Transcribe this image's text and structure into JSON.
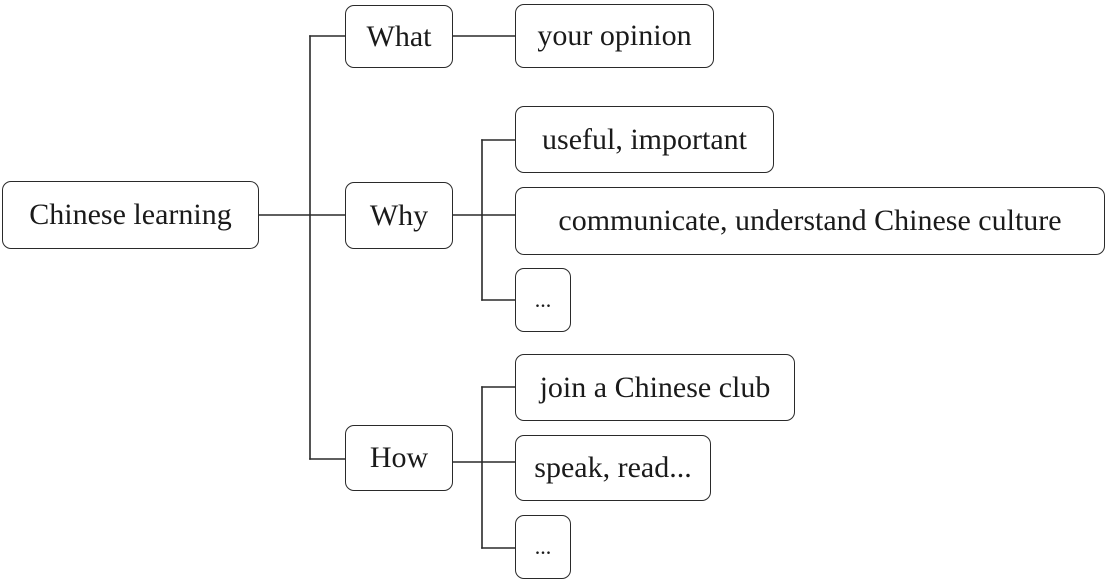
{
  "root": {
    "label": "Chinese learning"
  },
  "branches": [
    {
      "label": "What",
      "leaves": [
        {
          "label": "your opinion"
        }
      ]
    },
    {
      "label": "Why",
      "leaves": [
        {
          "label": "useful, important"
        },
        {
          "label": "communicate, understand Chinese culture"
        },
        {
          "label": "..."
        }
      ]
    },
    {
      "label": "How",
      "leaves": [
        {
          "label": "join a Chinese club"
        },
        {
          "label": "speak, read..."
        },
        {
          "label": "..."
        }
      ]
    }
  ],
  "colors": {
    "stroke": "#2a2a2a",
    "text": "#1a1a1a",
    "background": "#ffffff"
  }
}
